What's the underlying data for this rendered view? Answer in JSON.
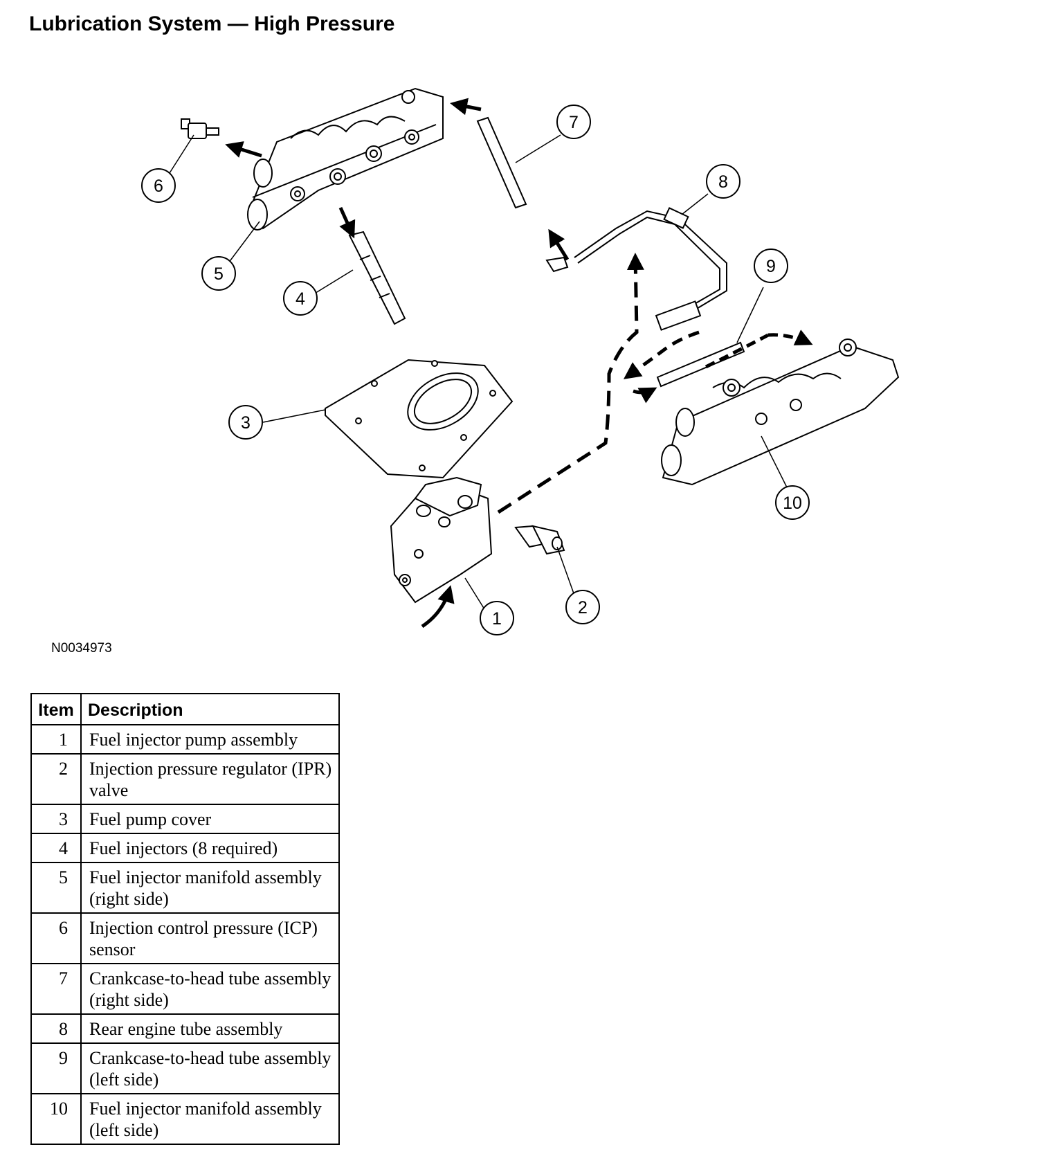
{
  "title": "Lubrication System — High Pressure",
  "figure_id": "N0034973",
  "diagram": {
    "callouts": [
      "1",
      "2",
      "3",
      "4",
      "5",
      "6",
      "7",
      "8",
      "9",
      "10"
    ]
  },
  "table": {
    "headers": [
      "Item",
      "Description"
    ],
    "rows": [
      {
        "item": "1",
        "description": "Fuel injector pump assembly"
      },
      {
        "item": "2",
        "description": "Injection pressure regulator (IPR) valve"
      },
      {
        "item": "3",
        "description": "Fuel pump cover"
      },
      {
        "item": "4",
        "description": "Fuel injectors (8 required)"
      },
      {
        "item": "5",
        "description": "Fuel injector manifold assembly (right side)"
      },
      {
        "item": "6",
        "description": "Injection control pressure (ICP) sensor"
      },
      {
        "item": "7",
        "description": "Crankcase-to-head tube assembly (right side)"
      },
      {
        "item": "8",
        "description": "Rear engine tube assembly"
      },
      {
        "item": "9",
        "description": "Crankcase-to-head tube assembly (left side)"
      },
      {
        "item": "10",
        "description": "Fuel injector manifold assembly (left side)"
      }
    ]
  }
}
